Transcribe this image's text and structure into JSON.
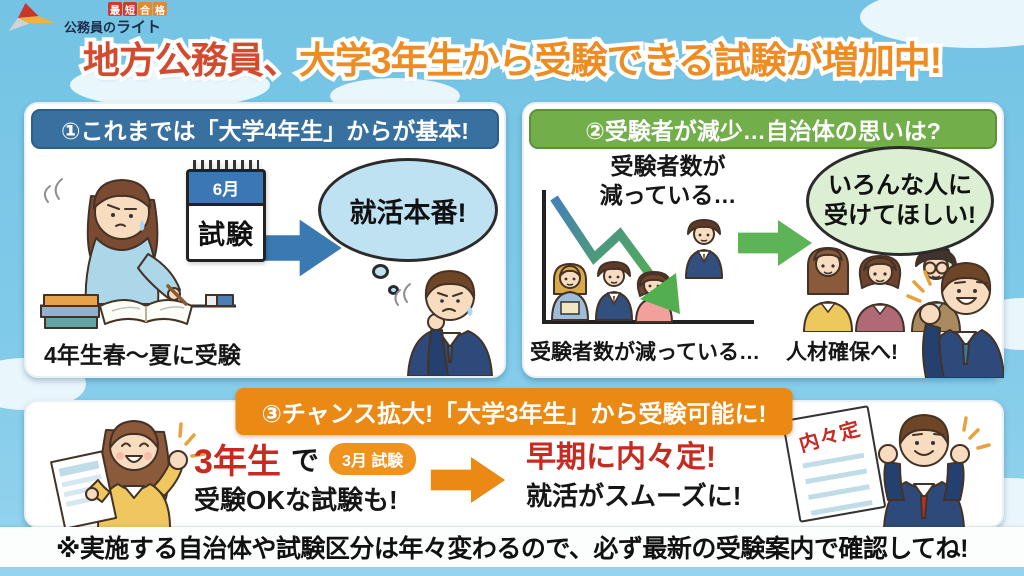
{
  "brand": {
    "badge": [
      "最",
      "短",
      "合",
      "格"
    ],
    "name_prefix": "公務員の",
    "name_bold": "ライト"
  },
  "title": {
    "part1": "地方公務員、",
    "part2": "大学3年生から受験できる試験が増加中!"
  },
  "panel1": {
    "header": "①これまでは「大学4年生」からが基本!",
    "calendar": {
      "month": "6月",
      "label": "試験"
    },
    "thought_bubble": "就活本番!",
    "caption": "4年生春〜夏に受験"
  },
  "panel2": {
    "header": "②受験者が減少…自治体の思いは?",
    "chart_note_line1": "受験者数が",
    "chart_note_line2": "減っている…",
    "speech_line1": "いろんな人に",
    "speech_line2": "受けてほしい!",
    "caption_left": "受験者数が減っている…",
    "caption_right": "人材確保へ!"
  },
  "panel3": {
    "header": "③チャンス拡大!「大学3年生」から受験可能に!",
    "grade_red": "3年生",
    "grade_suffix": "で",
    "exam_badge": "3月 試験",
    "line2": "受験OKな試験も!",
    "result_red": "早期に内々定!",
    "result_black": "就活がスムーズに!",
    "document_label": "内々定"
  },
  "footer": "※実施する自治体や試験区分は年々変わるので、必ず最新の受験案内で確認してね!",
  "colors": {
    "sky": "#7EC9E8",
    "title_red": "#D24B31",
    "title_orange": "#ED8C22",
    "panel1_header_blue": "#38709F",
    "panel2_header_green": "#72AF4B",
    "panel3_header_orange": "#EA8A14",
    "accent_red": "#C62A20",
    "badge_orange": "#F0921E",
    "arrow_blue": "#3A79B1",
    "arrow_green": "#5CB457",
    "arrow_orange": "#EA8A14",
    "thought_bubble_blue": "#BFE2F3",
    "speech_bubble_green": "#DCEFD2"
  }
}
